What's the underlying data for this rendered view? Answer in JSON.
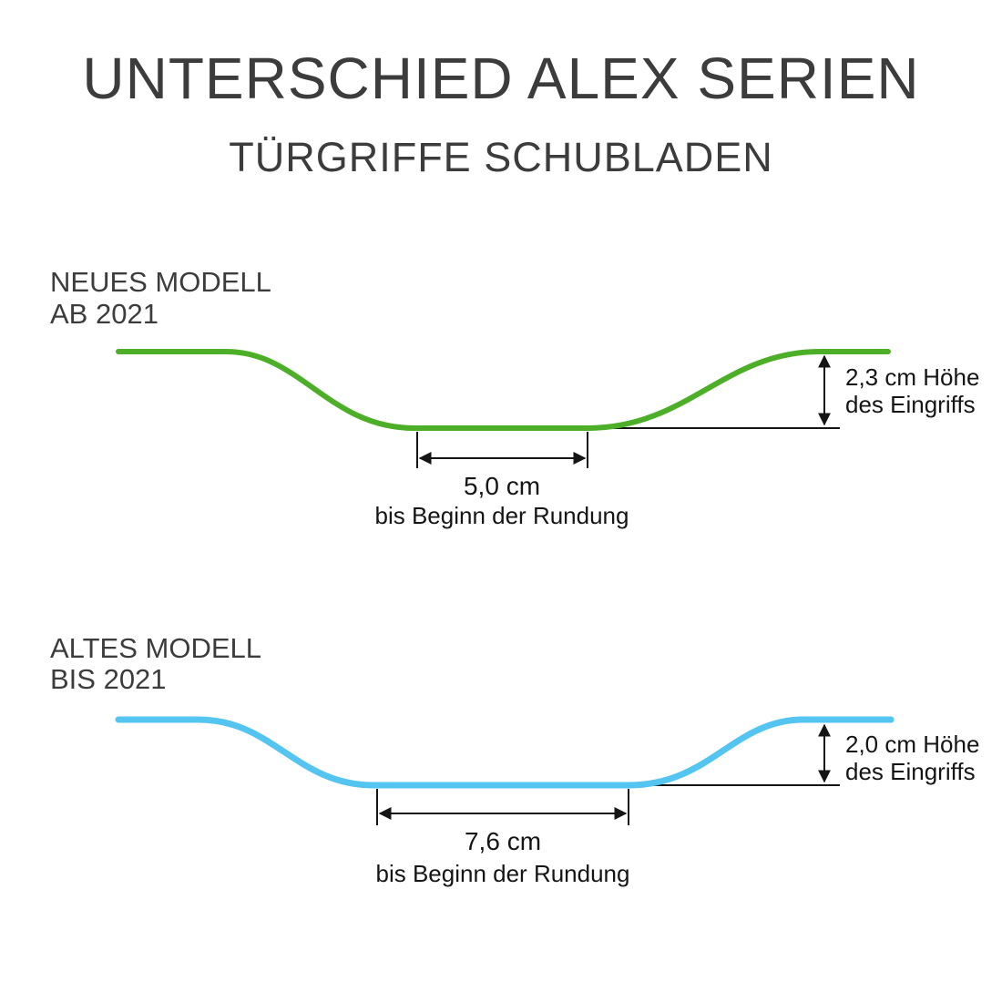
{
  "header": {
    "title": "UNTERSCHIED ALEX SERIEN",
    "subtitle": "TÜRGRIFFE SCHUBLADEN"
  },
  "new_model": {
    "label": "NEUES MODELL",
    "year": "AB 2021",
    "curve_color": "#4caf27",
    "width_value": "5,0 cm",
    "width_caption": "bis Beginn der Rundung",
    "height_line1": "2,3 cm Höhe",
    "height_line2": "des Eingriffs"
  },
  "old_model": {
    "label": "ALTES MODELL",
    "year": "BIS 2021",
    "curve_color": "#54c4f1",
    "width_value": "7,6 cm",
    "width_caption": "bis Beginn der Rundung",
    "height_line1": "2,0 cm Höhe",
    "height_line2": "des Eingriffs"
  }
}
